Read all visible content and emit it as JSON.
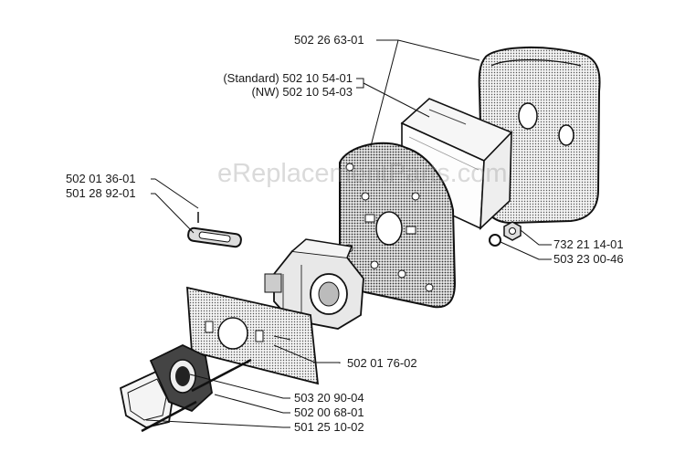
{
  "watermark": "eReplacementParts.com",
  "parts": {
    "air_filter_housing": "502 26 63-01",
    "filter_standard": "(Standard) 502 10 54-01",
    "filter_nw": "(NW) 502 10 54-03",
    "part_502_01_36_01": "502 01 36-01",
    "part_501_28_92_01": "501 28 92-01",
    "nut": "732 21 14-01",
    "washer": "503 23 00-46",
    "plate": "502 01 76-02",
    "part_503_20_90_04": "503 20 90-04",
    "part_502_00_68_01": "502 00 68-01",
    "part_501_25_10_02": "501 25 10-02"
  }
}
